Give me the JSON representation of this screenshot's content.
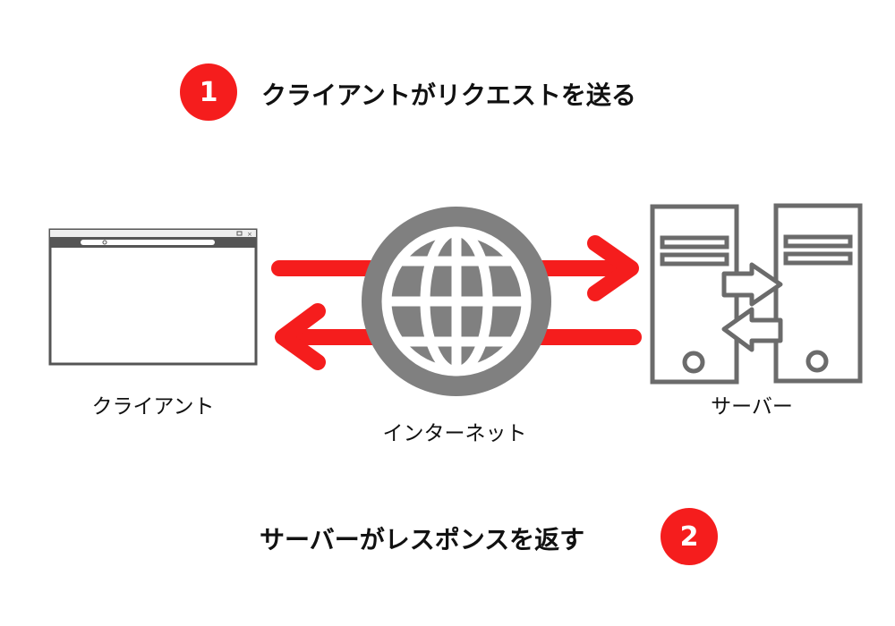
{
  "steps": [
    {
      "number": "1",
      "text": "クライアントがリクエストを送る"
    },
    {
      "number": "2",
      "text": "サーバーがレスポンスを返す"
    }
  ],
  "labels": {
    "client": "クライアント",
    "internet": "インターネット",
    "server": "サーバー"
  },
  "colors": {
    "accent": "#f51d1d",
    "icon_gray": "#6b6b6b",
    "globe_gray": "#808080"
  }
}
